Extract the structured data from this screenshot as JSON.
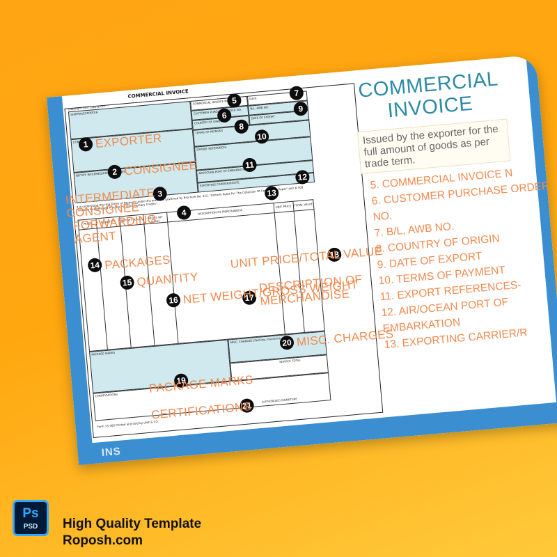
{
  "panel": {
    "title": "COMMERCIAL INVOICE",
    "description": "Issued by the exporter for the full amount of goods as per trade term.",
    "items": [
      "5. COMMERCIAL INVOICE N",
      "6. CUSTOMER PURCHASE ORDER NO.",
      "7. B/L, AWB NO.",
      "8. COUNTRY OF ORIGIN",
      "9. DATE OF EXPORT",
      "10. TERMS OF PAYMENT",
      "11. EXPORT REFERENCES-",
      "12. AIR/OCEAN PORT OF EMBARKATION",
      "13. EXPORTING CARRIER/R"
    ]
  },
  "form": {
    "title": "COMMERCIAL INVOICE",
    "copyright": "Copyright 1997 UNZ & CO.",
    "fields": {
      "shipper": "SHIPPER/EXPORTER",
      "consignee": "CONSIGNEE",
      "notify": "NOTIFY: INTERMEDIATE CONSIGNEE",
      "invoice_no": "COMMERCIAL INVOICE NO.",
      "date": "DATE",
      "po_no": "CUSTOMER PURCHASE ORDER NO.",
      "bl_no": "B/L, AWB NO.",
      "origin": "COUNTRY OF ORIGIN",
      "date_export": "DATE OF EXPORT",
      "terms": "TERMS OF PAYMENT",
      "export_refs": "EXPORT REFERENCES",
      "port": "AIR/OCEAN PORT OF EMBARKATION",
      "carrier": "EXPORTING CARRIER/ROUTE",
      "marks": "PACKAGE MARKS",
      "misc": "MISC. CHARGES (Packing, Insurance, etc.)",
      "invoice_total": "INVOICE TOTAL",
      "certifications": "CERTIFICATIONS",
      "signature": "AUTHORIZED SIGNATURE"
    },
    "columns": [
      "PKGS",
      "QUANTITY",
      "NET WT (kilos)",
      "GROSS WT (kilos)",
      "DESCRIPTION OF MERCHANDISE",
      "UNIT PRICE",
      "TOTAL VALUE"
    ],
    "notice": "It is understood that the Terms of Payment under this order are governed by Brochure No. 322, \"Uniform Rules For The Collection Of Commercial Paper\" and # 400 \"Uniform Customs and Practice For Documentary Credits\".",
    "footer": "Form 15-300 Printed and Sold by UNZ & CO."
  },
  "callouts": [
    {
      "n": "1",
      "label": "EXPORTER"
    },
    {
      "n": "2",
      "label": "CONSIGNEE"
    },
    {
      "n": "3",
      "label": "INTERMEDIATE CONSIGNEE"
    },
    {
      "n": "4",
      "label": "FORWARDING AGENT"
    },
    {
      "n": "5"
    },
    {
      "n": "6"
    },
    {
      "n": "7"
    },
    {
      "n": "8"
    },
    {
      "n": "9"
    },
    {
      "n": "10"
    },
    {
      "n": "11"
    },
    {
      "n": "12"
    },
    {
      "n": "13"
    },
    {
      "n": "14",
      "label": "PACKAGES"
    },
    {
      "n": "15",
      "label": "QUANTITY"
    },
    {
      "n": "16",
      "label": "NET WEIGHT/GROSS WEIGHT"
    },
    {
      "n": "17",
      "label": "DESCRIPTION OF MERCHANDISE"
    },
    {
      "n": "18",
      "label": "UNIT PRICE/TOTAL VALUE"
    },
    {
      "n": "19",
      "label": "PACKAGE MARKS"
    },
    {
      "n": "20",
      "label": "MISC. CHARGES"
    },
    {
      "n": "21",
      "label": "CERTIFICATIONS"
    }
  ],
  "frame_text": "INS",
  "brand": {
    "icon": "photoshop-icon",
    "icon_letters": "Ps",
    "icon_sub": "PSD",
    "line1": "High Quality Template",
    "line2": "Roposh.com"
  },
  "colors": {
    "background": "#ffa514",
    "frame": "#3b8fd0",
    "form_field": "#cfe9ee",
    "label": "#f08a4f",
    "title": "#2c8aa6"
  }
}
